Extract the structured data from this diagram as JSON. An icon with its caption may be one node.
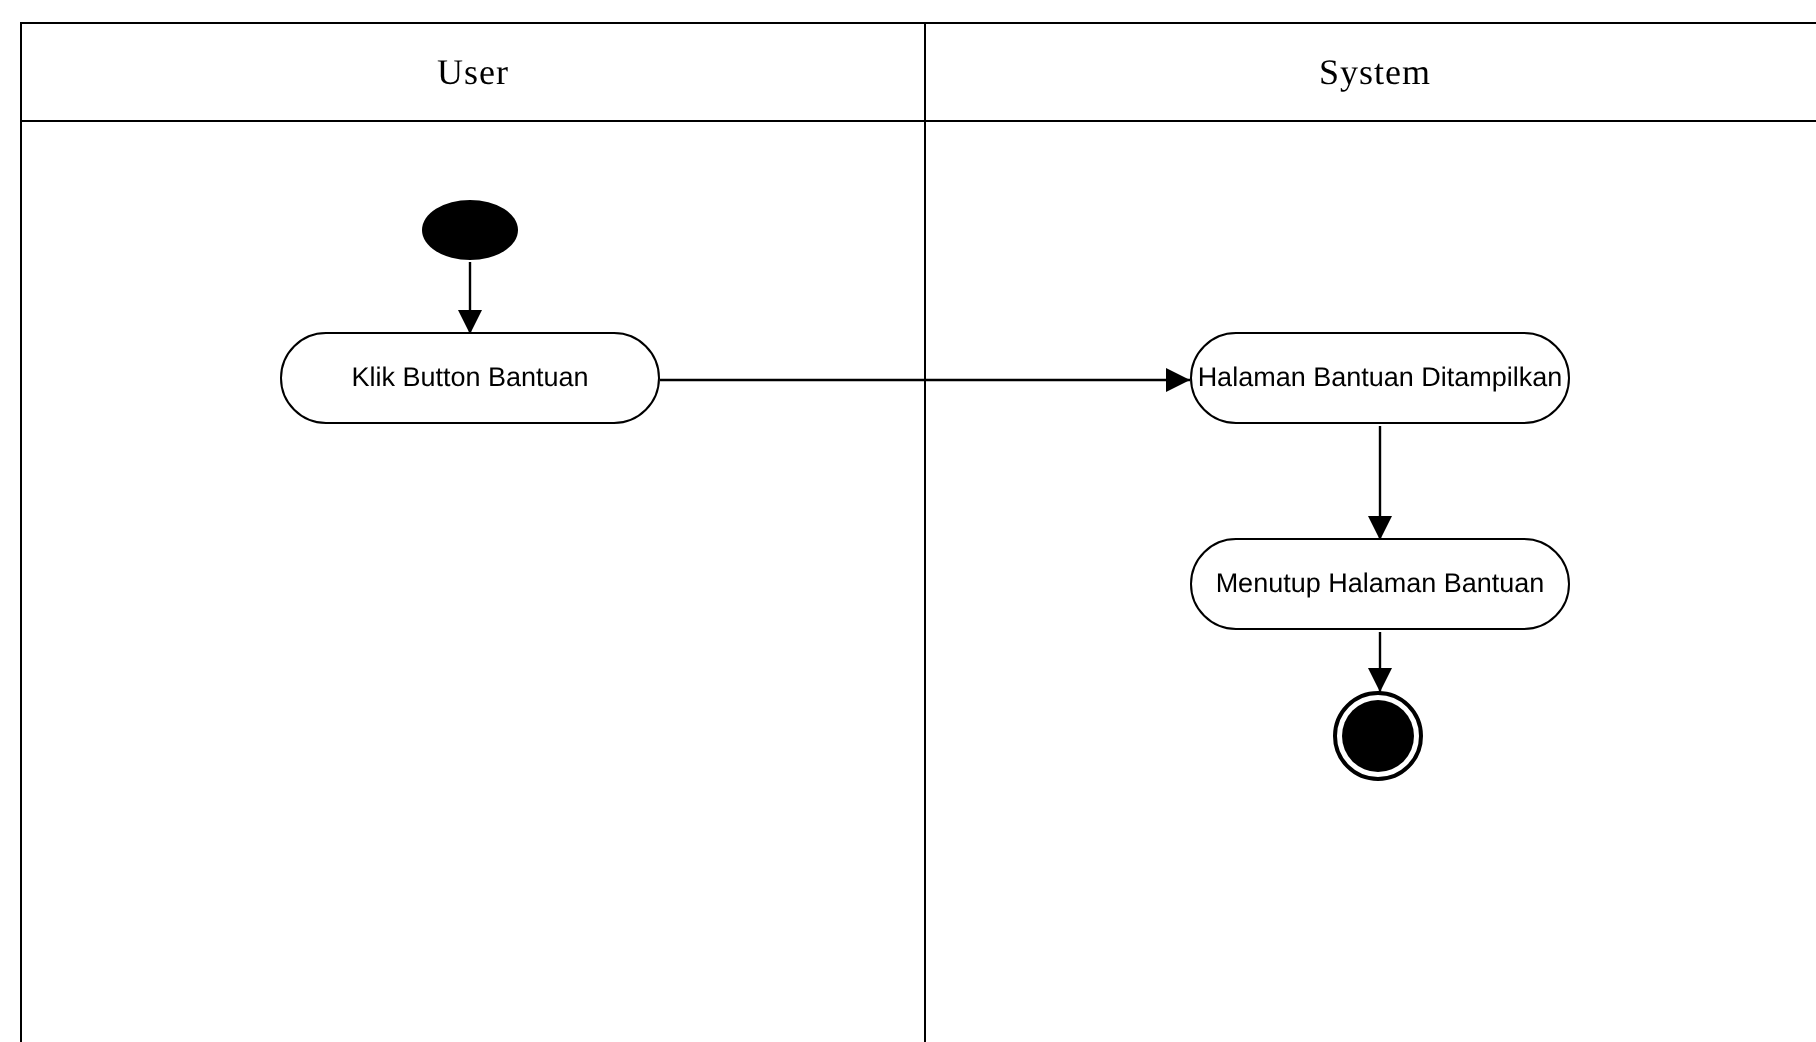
{
  "diagram": {
    "nodes": [
      {
        "text": [
          "User"
        ]
      },
      {
        "text": [
          "System"
        ]
      },
      {
        "text": [],
        "shape": "circle",
        "in": 0
      },
      {
        "text": [
          "Klik Button Bantuan"
        ],
        "in": 0
      },
      {
        "text": [
          "Halaman Bantuan Ditampilkan"
        ],
        "in": 1
      },
      {
        "text": [
          "Menutup Halaman Bantuan"
        ],
        "in": 1
      },
      {
        "text": [],
        "shape": "circle",
        "in": 1
      }
    ],
    "edges": [
      {
        "from": 2,
        "to": 3,
        "arrow": "to"
      },
      {
        "from": 3,
        "to": 4,
        "arrow": "to"
      },
      {
        "from": 4,
        "to": 5,
        "arrow": "to"
      },
      {
        "from": 5,
        "to": 6,
        "arrow": "to"
      }
    ]
  }
}
